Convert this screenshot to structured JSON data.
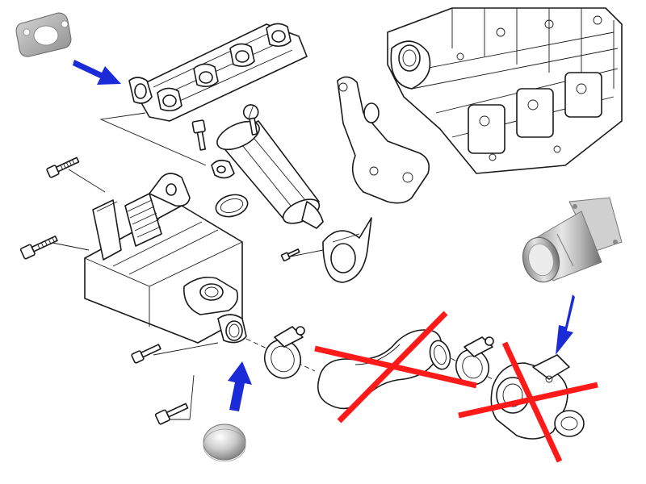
{
  "figure": {
    "kind": "exploded EGR assembly illustration",
    "photo_callouts": [
      "egr-blanking-gasket",
      "egr-bypass-pipe",
      "blanking-plug"
    ],
    "crossed_out_parts": [
      "egr-connecting-hose",
      "egr-valve"
    ]
  },
  "colors": {
    "arrow": "#1b2bd8",
    "cross": "#ff1a1a",
    "line": "#1a1a1a",
    "background": "#ffffff"
  },
  "icons": [
    "arrow-icon",
    "cross-out-icon",
    "bolt-icon"
  ]
}
